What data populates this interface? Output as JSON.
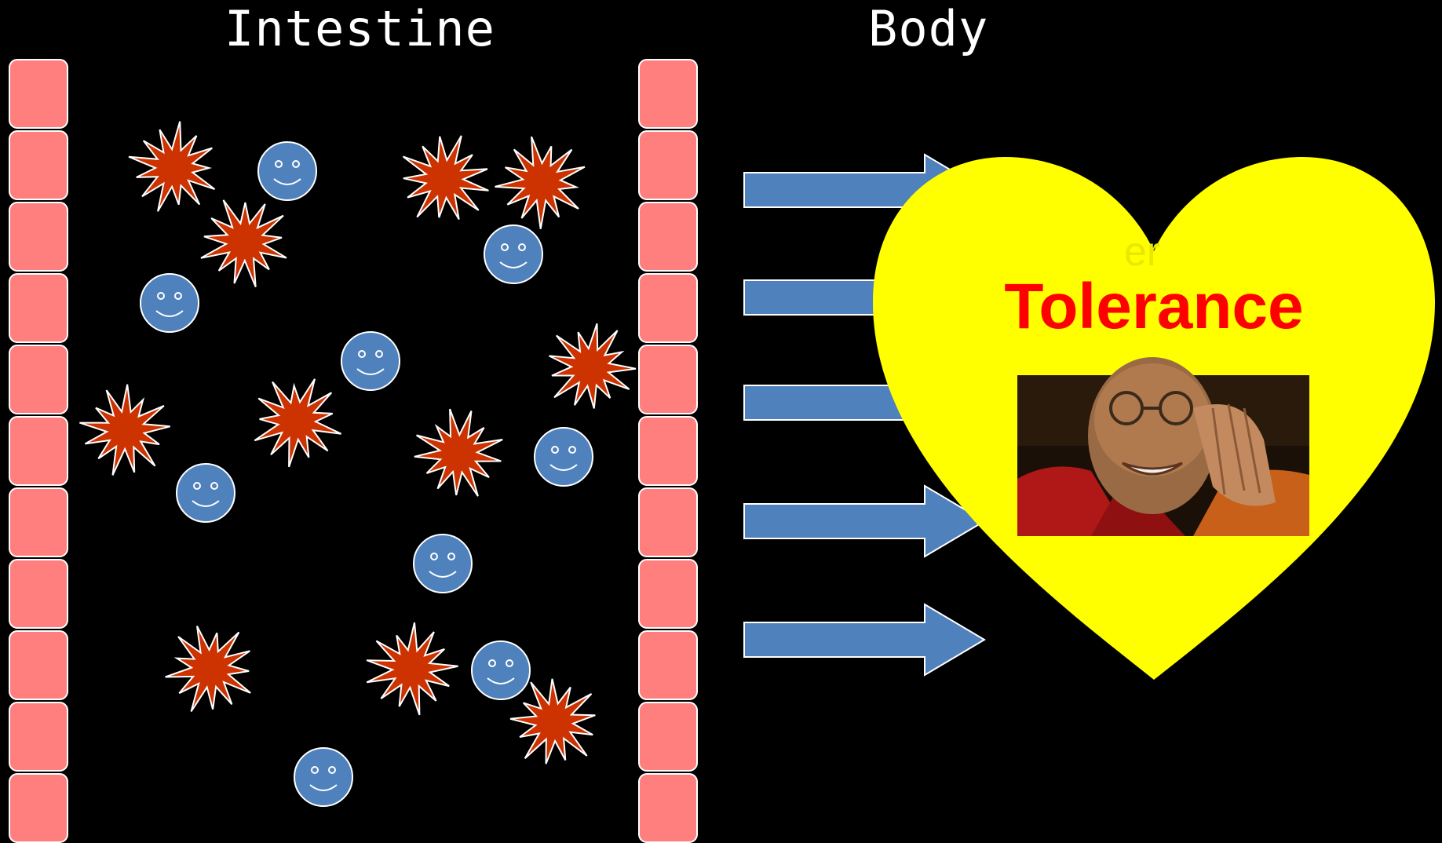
{
  "labels": {
    "intestine": "Intestine",
    "body": "Body",
    "tolerance": "Tolerance",
    "hidden_fragment": "er"
  },
  "colors": {
    "background": "#000000",
    "epithelium_cell": "#FF7F7F",
    "bacteria_pathogen": "#CC3300",
    "bacteria_commensal": "#4F81BD",
    "arrow": "#4F81BD",
    "heart": "#FFFF00",
    "tolerance_text": "#FF0000",
    "fragment_text": "#E8E800"
  },
  "icons": {
    "pathogen": "starburst-bacterium-icon",
    "commensal": "smiley-bacterium-icon",
    "arrow": "right-arrow-icon",
    "heart": "heart-shape",
    "photo": "smiling-monk-photo"
  }
}
